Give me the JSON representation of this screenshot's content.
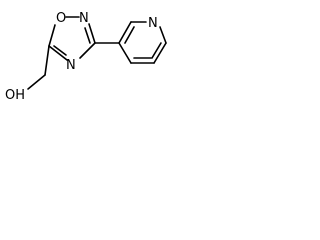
{
  "molecule": {
    "atoms": {
      "ring_o": "O",
      "ring_n_top": "N",
      "ring_n_bottom": "N",
      "pyridine_n": "N",
      "hydroxyl": "OH"
    },
    "colors": {
      "bond": "#000000",
      "label": "#000000",
      "background": "#ffffff"
    }
  }
}
